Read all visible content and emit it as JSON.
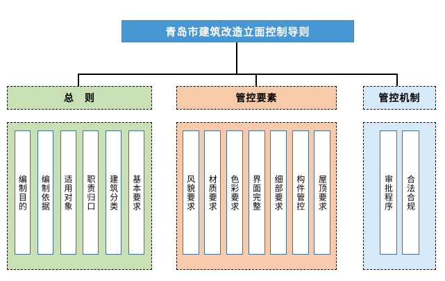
{
  "title": "青岛市建筑改造立面控制导则",
  "groups": [
    {
      "id": "general",
      "label": "总　则",
      "items": [
        "编制目的",
        "编制依据",
        "适用对象",
        "职责归口",
        "建筑分类",
        "基本要求"
      ]
    },
    {
      "id": "elements",
      "label": "管控要素",
      "items": [
        "风貌要求",
        "材质要求",
        "色彩要求",
        "界面完整",
        "细部要求",
        "构件管控",
        "屋顶要求"
      ]
    },
    {
      "id": "mechanism",
      "label": "管控机制",
      "items": [
        "审批程序",
        "合法合规"
      ]
    }
  ],
  "colors": {
    "title-bg": "#4697d3",
    "title-border": "#3a87c8",
    "green-bg": "#c9e0b4",
    "orange-bg": "#f7cbaa",
    "blue-bg": "#d6e9f8",
    "bar-border": "#41719c",
    "line": "#000000"
  }
}
